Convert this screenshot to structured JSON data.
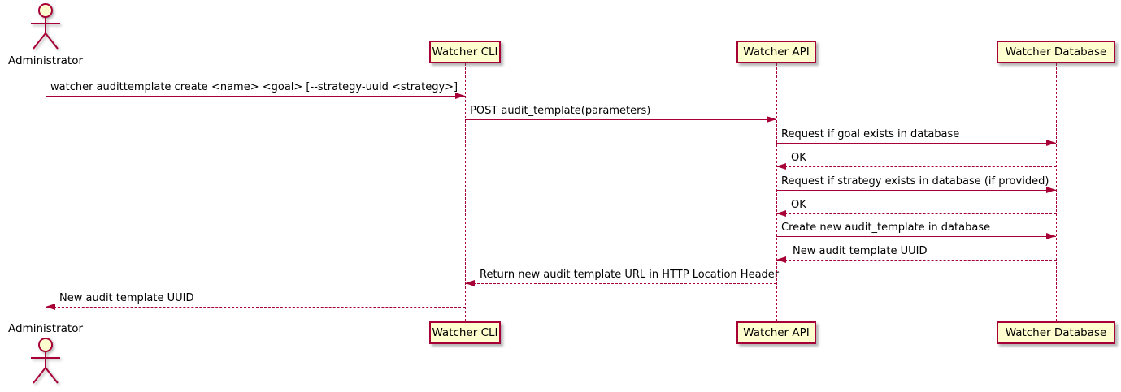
{
  "diagram": {
    "type": "uml-sequence",
    "colors": {
      "line": "#A80036",
      "participant_fill": "#FEFECE",
      "text": "#000000",
      "background": "#ffffff"
    },
    "actor": {
      "name": "Administrator"
    },
    "participants": [
      {
        "name": "Watcher CLI"
      },
      {
        "name": "Watcher API"
      },
      {
        "name": "Watcher Database"
      }
    ],
    "messages": [
      {
        "from": "Administrator",
        "to": "Watcher CLI",
        "style": "solid",
        "text": "watcher audittemplate create <name> <goal> [--strategy-uuid <strategy>]"
      },
      {
        "from": "Watcher CLI",
        "to": "Watcher API",
        "style": "solid",
        "text": "POST audit_template(parameters)"
      },
      {
        "from": "Watcher API",
        "to": "Watcher Database",
        "style": "solid",
        "text": "Request if goal exists in database"
      },
      {
        "from": "Watcher Database",
        "to": "Watcher API",
        "style": "dashed",
        "text": "OK"
      },
      {
        "from": "Watcher API",
        "to": "Watcher Database",
        "style": "solid",
        "text": "Request if strategy exists in database (if provided)"
      },
      {
        "from": "Watcher Database",
        "to": "Watcher API",
        "style": "dashed",
        "text": "OK"
      },
      {
        "from": "Watcher API",
        "to": "Watcher Database",
        "style": "solid",
        "text": "Create new audit_template in database"
      },
      {
        "from": "Watcher Database",
        "to": "Watcher API",
        "style": "dashed",
        "text": "New audit template UUID"
      },
      {
        "from": "Watcher API",
        "to": "Watcher CLI",
        "style": "dashed",
        "text": "Return new audit template URL in HTTP Location Header"
      },
      {
        "from": "Watcher CLI",
        "to": "Administrator",
        "style": "dashed",
        "text": "New audit template UUID"
      }
    ]
  }
}
